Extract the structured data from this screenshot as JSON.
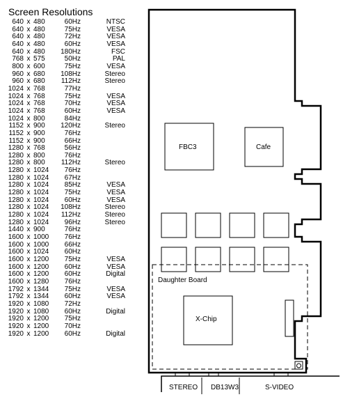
{
  "heading": "Screen Resolutions",
  "resolutions": [
    [
      "640",
      "x",
      "480",
      "60Hz",
      "NTSC"
    ],
    [
      "640",
      "x",
      "480",
      "75Hz",
      "VESA"
    ],
    [
      "640",
      "x",
      "480",
      "72Hz",
      "VESA"
    ],
    [
      "640",
      "x",
      "480",
      "60Hz",
      "VESA"
    ],
    [
      "640",
      "x",
      "480",
      "180Hz",
      "FSC"
    ],
    [
      "768",
      "x",
      "575",
      "50Hz",
      "PAL"
    ],
    [
      "800",
      "x",
      "600",
      "75Hz",
      "VESA"
    ],
    [
      "960",
      "x",
      "680",
      "108Hz",
      "Stereo"
    ],
    [
      "960",
      "x",
      "680",
      "112Hz",
      "Stereo"
    ],
    [
      "1024",
      "x",
      "768",
      "77Hz",
      ""
    ],
    [
      "1024",
      "x",
      "768",
      "75Hz",
      "VESA"
    ],
    [
      "1024",
      "x",
      "768",
      "70Hz",
      "VESA"
    ],
    [
      "1024",
      "x",
      "768",
      "60Hz",
      "VESA"
    ],
    [
      "1024",
      "x",
      "800",
      "84Hz",
      ""
    ],
    [
      "1152",
      "x",
      "900",
      "120Hz",
      "Stereo"
    ],
    [
      "1152",
      "x",
      "900",
      "76Hz",
      ""
    ],
    [
      "1152",
      "x",
      "900",
      "66Hz",
      ""
    ],
    [
      "1280",
      "x",
      "768",
      "56Hz",
      ""
    ],
    [
      "1280",
      "x",
      "800",
      "76Hz",
      ""
    ],
    [
      "1280",
      "x",
      "800",
      "112Hz",
      "Stereo"
    ],
    [
      "1280",
      "x",
      "1024",
      "76Hz",
      ""
    ],
    [
      "1280",
      "x",
      "1024",
      "67Hz",
      ""
    ],
    [
      "1280",
      "x",
      "1024",
      "85Hz",
      "VESA"
    ],
    [
      "1280",
      "x",
      "1024",
      "75Hz",
      "VESA"
    ],
    [
      "1280",
      "x",
      "1024",
      "60Hz",
      "VESA"
    ],
    [
      "1280",
      "x",
      "1024",
      "108Hz",
      "Stereo"
    ],
    [
      "1280",
      "x",
      "1024",
      "112Hz",
      "Stereo"
    ],
    [
      "1280",
      "x",
      "1024",
      "96Hz",
      "Stereo"
    ],
    [
      "1440",
      "x",
      "900",
      "76Hz",
      ""
    ],
    [
      "1600",
      "x",
      "1000",
      "76Hz",
      ""
    ],
    [
      "1600",
      "x",
      "1000",
      "66Hz",
      ""
    ],
    [
      "1600",
      "x",
      "1024",
      "60Hz",
      ""
    ],
    [
      "1600",
      "x",
      "1200",
      "75Hz",
      "VESA"
    ],
    [
      "1600",
      "x",
      "1200",
      "60Hz",
      "VESA"
    ],
    [
      "1600",
      "x",
      "1200",
      "60Hz",
      "Digital"
    ],
    [
      "1600",
      "x",
      "1280",
      "76Hz",
      ""
    ],
    [
      "1792",
      "x",
      "1344",
      "75Hz",
      "VESA"
    ],
    [
      "1792",
      "x",
      "1344",
      "60Hz",
      "VESA"
    ],
    [
      "1920",
      "x",
      "1080",
      "72Hz",
      ""
    ],
    [
      "1920",
      "x",
      "1080",
      "60Hz",
      "Digital"
    ],
    [
      "1920",
      "x",
      "1200",
      "75Hz",
      ""
    ],
    [
      "1920",
      "x",
      "1200",
      "70Hz",
      ""
    ],
    [
      "1920",
      "x",
      "1200",
      "60Hz",
      "Digital"
    ]
  ],
  "board": {
    "chip_fbc3": "FBC3",
    "chip_cafe": "Cafe",
    "daughter_board": "Daughter Board",
    "chip_xchip": "X-Chip",
    "connectors": {
      "stereo": "STEREO",
      "db13w3": "DB13W3",
      "svideo": "S-VIDEO"
    }
  }
}
